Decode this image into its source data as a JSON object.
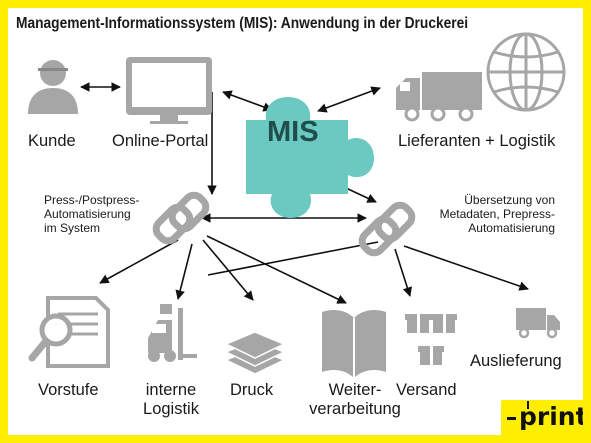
{
  "title": "Management-Informationssystem (MIS): Anwendung in der Druckerei",
  "nodes": {
    "mis": "MIS",
    "customer": "Kunde",
    "online_portal": "Online-Portal",
    "suppliers": "Lieferanten + Logistik",
    "prepress": "Vorstufe",
    "internal_logistics": "interne\nLogistik",
    "print": "Druck",
    "finishing": "Weiter-\nverarbeitung",
    "shipping": "Versand",
    "delivery": "Auslieferung"
  },
  "notes": {
    "left_link": "Press-/Postpress-\nAutomatisierung\nim System",
    "right_link": "Übersetzung von\nMetadaten, Prepress-\nAutomatisierung"
  },
  "logo": {
    "text": "print"
  },
  "colors": {
    "frame": "#ffee00",
    "puzzle": "#6bc9c1",
    "icon_gray": "#a6a6a6",
    "text": "#111111"
  }
}
